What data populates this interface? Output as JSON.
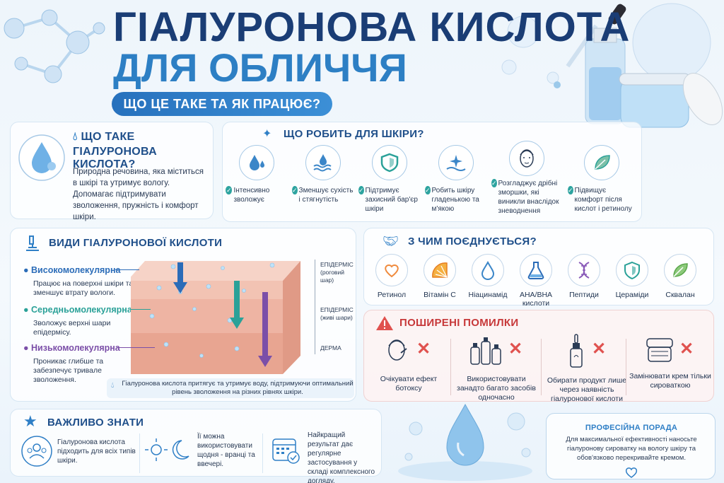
{
  "header": {
    "title_line1": "ГІАЛУРОНОВА КИСЛОТА",
    "title_line2": "ДЛЯ ОБЛИЧЧЯ",
    "subtitle": "ЩО ЦЕ ТАКЕ ТА ЯК ПРАЦЮЄ?"
  },
  "what_is": {
    "heading_line1": "ЩО ТАКЕ",
    "heading_line2": "ГІАЛУРОНОВА КИСЛОТА?",
    "para1": "Природна речовина, яка міститься в шкірі та утримує вологу.",
    "para2": "Допомагає підтримувати зволоження, пружність і комфорт шкіри."
  },
  "benefits": {
    "heading": "ЩО РОБИТЬ ДЛЯ ШКІРИ?",
    "items": [
      {
        "label": "Інтенсивно зволожує",
        "icon": "drops-icon"
      },
      {
        "label": "Зменшує сухість і стягнутість",
        "icon": "water-waves-icon"
      },
      {
        "label": "Підтримує захисний бар'єр шкіри",
        "icon": "shield-icon"
      },
      {
        "label": "Робить шкіру гладенькою та м'якою",
        "icon": "sparkle-skin-icon"
      },
      {
        "label": "Розгладжує дрібні зморшки, які виникли внаслідок зневоднення",
        "icon": "face-icon"
      },
      {
        "label": "Підвищує комфорт після кислот і ретинолу",
        "icon": "leaf-icon"
      }
    ]
  },
  "types": {
    "heading": "ВИДИ ГІАЛУРОНОВОЇ КИСЛОТИ",
    "items": [
      {
        "name": "Високомолекулярна",
        "desc": "Працює на поверхні шкіри та зменшує втрату вологи.",
        "color": "#2b6cb8"
      },
      {
        "name": "Середньомолекулярна",
        "desc": "Зволожує верхні шари епідермісу.",
        "color": "#2aa198"
      },
      {
        "name": "Низькомолекулярна",
        "desc": "Проникає глибше та забезпечує тривале зволоження.",
        "color": "#7b4fa8"
      }
    ],
    "layers": [
      {
        "name": "ЕПІДЕРМІС",
        "sub": "(роговий шар)"
      },
      {
        "name": "ЕПІДЕРМІС",
        "sub": "(живі шари)"
      },
      {
        "name": "ДЕРМА",
        "sub": ""
      }
    ],
    "caption": "Гіалуронова кислота притягує та утримує воду, підтримуючи оптимальний рівень зволоження на різних рівнях шкіри."
  },
  "combos": {
    "heading": "З ЧИМ ПОЄДНУЄТЬСЯ?",
    "items": [
      {
        "label": "Ретинол",
        "color": "#f08a3c"
      },
      {
        "label": "Вітамін С",
        "color": "#f0a030"
      },
      {
        "label": "Ніацинамід",
        "color": "#3b86c8"
      },
      {
        "label": "AHA/BHA кислоти",
        "color": "#2b6cb8"
      },
      {
        "label": "Пептиди",
        "color": "#8a5bb8"
      },
      {
        "label": "Цераміди",
        "color": "#2aa198"
      },
      {
        "label": "Сквалан",
        "color": "#5aa64a"
      }
    ]
  },
  "mistakes": {
    "heading": "ПОШИРЕНІ ПОМИЛКИ",
    "items": [
      {
        "label": "Очікувати ефект ботоксу"
      },
      {
        "label": "Використовувати занадто багато засобів одночасно"
      },
      {
        "label": "Обирати продукт лише через наявність гіалуронової кислоти"
      },
      {
        "label": "Замінювати крем тільки сироваткою"
      }
    ]
  },
  "important": {
    "heading": "ВАЖЛИВО ЗНАТИ",
    "items": [
      {
        "text": "Гіалуронова кислота підходить для всіх типів шкіри."
      },
      {
        "text": "Її можна використовувати щодня - вранці та ввечері."
      },
      {
        "text": "Найкращий результат дає регулярне застосування у складі комплексного догляду."
      }
    ]
  },
  "tip": {
    "heading": "ПРОФЕСІЙНА ПОРАДА",
    "text": "Для максимальної ефективності наносьте гіалуронову сироватку на вологу шкіру та обов'язково перекривайте кремом."
  }
}
